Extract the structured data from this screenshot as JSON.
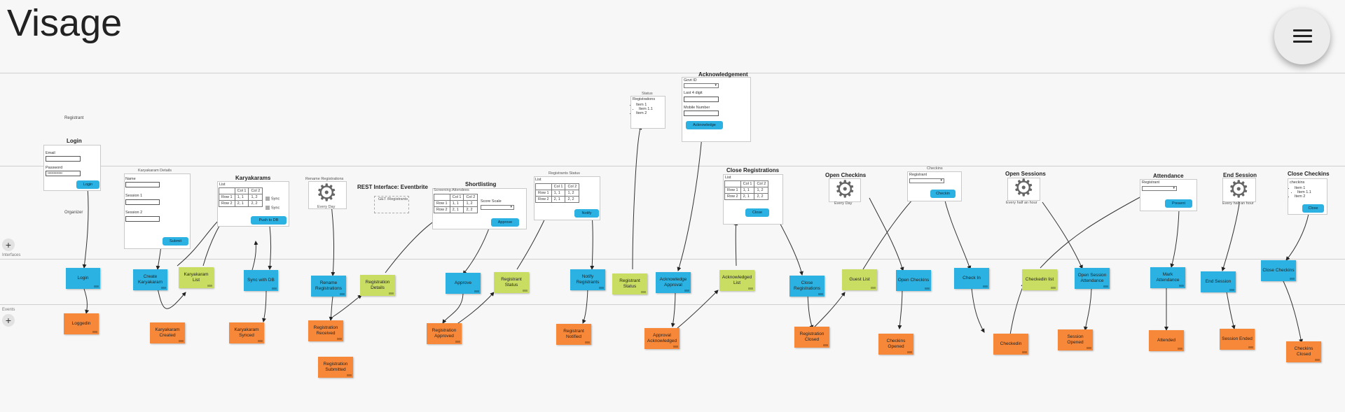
{
  "app": {
    "title": "Visage"
  },
  "lanes": {
    "interfaces": "Interfaces",
    "events": "Events"
  },
  "labels": {
    "registrant": "Registrant",
    "organizer": "Organizer"
  },
  "login_wf": {
    "title": "Login",
    "email": "Email",
    "password": "Password",
    "password_value": "••••••••••••",
    "button": "Login"
  },
  "karyakaram_details_wf": {
    "sub": "Karyakaram Details",
    "name": "Name",
    "session1": "Session 1",
    "session2": "Session 2",
    "button": "Submit"
  },
  "karyakarams_wf": {
    "title": "Karyakarams",
    "list": "List",
    "col1": "Col 1",
    "col2": "Col 2",
    "row1": "Row 1",
    "row2": "Row 2",
    "c11": "1, 1",
    "c12": "1, 2",
    "c21": "2, 1",
    "c22": "2, 2",
    "sync": "Sync",
    "button": "Push to DB"
  },
  "rename_wf": {
    "sub": "Rename Registrations",
    "caption": "Every Day"
  },
  "rest_wf": {
    "title": "REST Interface: Eventbrite",
    "box": "GET /Registrants"
  },
  "shortlisting_wf": {
    "title": "Shortlisting",
    "sub": "Screening Attendees",
    "col1": "Col 1",
    "col2": "Col 2",
    "row1": "Row 1",
    "row2": "Row 2",
    "c11": "1, 1",
    "c12": "1, 2",
    "c21": "2, 1",
    "c22": "2, 2",
    "score": "Score Scale",
    "button": "Approve"
  },
  "reg_status_wf": {
    "sub": "Registrants Status",
    "list": "List",
    "col1": "Col 1",
    "col2": "Col 2",
    "row1": "Row 1",
    "row2": "Row 2",
    "c11": "1, 1",
    "c12": "1, 2",
    "c21": "2, 1",
    "c22": "2, 2",
    "button": "Notify"
  },
  "status_wf": {
    "sub": "Status",
    "label": "Registrations",
    "items": [
      "Item 1",
      "Item 1.1",
      "Item 2"
    ]
  },
  "ack_wf": {
    "title": "Acknowledgement",
    "govt": "Govt ID",
    "last4": "Last 4 digit",
    "mobile": "Mobile Number",
    "button": "Acknowledge"
  },
  "close_reg_wf": {
    "title": "Close Registrations",
    "list": "List",
    "col1": "Col 1",
    "col2": "Col 2",
    "row1": "Row 1",
    "row2": "Row 2",
    "c11": "1, 1",
    "c12": "1, 2",
    "c21": "2, 1",
    "c22": "2, 2",
    "button": "Close"
  },
  "open_checkins_wf": {
    "title": "Open Checkins",
    "caption": "Every Day"
  },
  "checkins_wf": {
    "sub": "Checkins",
    "label": "Registrant",
    "button": "Checkin"
  },
  "open_sessions_wf": {
    "title": "Open Sessions",
    "caption": "Every half an hour"
  },
  "attendance_wf": {
    "title": "Attendance",
    "label": "Registrant",
    "button": "Present"
  },
  "end_session_wf": {
    "title": "End Session",
    "caption": "Every half an hour"
  },
  "close_checkins_wf": {
    "title": "Close Checkins",
    "label": "checkins",
    "items": [
      "Item 1",
      "Item 1.1",
      "Item 2"
    ],
    "button": "Close"
  },
  "stickies": {
    "login": "Login",
    "loggedin": "Loggedin",
    "create_karyakaram": "Create Karyakaram",
    "karyakaram_list": "Karyakaram List",
    "karyakaram_created": "Karyakaram Created",
    "sync_with_db": "Sync with DB",
    "karyakaram_synced": "Karyakaram Synced",
    "rename_registrations": "Rename Registrations",
    "registration_details": "Registration Details",
    "registration_received": "Registration Received",
    "registration_submitted": "Registration Submitted",
    "approve": "Approve",
    "registrant_status_1": "Registrant Status",
    "registration_approved": "Registration Approved",
    "notify_registrants": "Notify Registrants",
    "registrant_notified": "Registrant Notified",
    "registrant_status_2": "Registrant Status",
    "acknowledge_approval": "Acknowledge Approval",
    "approval_acknowledged": "Approval Acknowledged",
    "acknowledged_list": "Acknowledged List",
    "close_registrations": "Close Registrations",
    "registration_closed": "Registration Closed",
    "guest_list": "Guest List",
    "open_checkins": "Open Checkins",
    "checkins_opened": "Checkins Opened",
    "check_in": "Check In",
    "checkedin": "Checkedin",
    "checkedin_list": "Checkedin list",
    "open_session_attendance": "Open Session Attendance",
    "session_opened": "Session Opened",
    "mark_attendance": "Mark Attendance",
    "attended": "Attended",
    "end_session": "End Session",
    "session_ended": "Session Ended",
    "close_checkins": "Close Checkins",
    "checkins_closed": "Checkins Closed"
  },
  "colors": {
    "command": "#2cb2e2",
    "event": "#f7883a",
    "read_model": "#c9dd63",
    "background": "#f7f7f7"
  },
  "icons": {
    "menu": "hamburger-menu-icon",
    "add": "plus-icon",
    "scheduler": "gear-icon"
  }
}
